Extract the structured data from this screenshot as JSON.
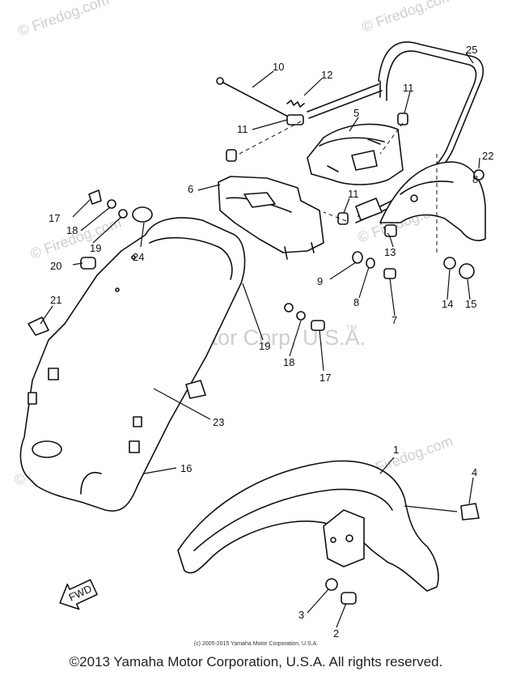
{
  "watermarks": {
    "firedog": "© Firedog.com",
    "center": "Yamaha Motor Corp, U.S.A.",
    "tm": "TM"
  },
  "callouts": {
    "c1": "1",
    "c2": "2",
    "c3": "3",
    "c4": "4",
    "c5": "5",
    "c6": "6",
    "c7": "7",
    "c8a": "8",
    "c8b": "8",
    "c9": "9",
    "c10": "10",
    "c11a": "11",
    "c11b": "11",
    "c11c": "11",
    "c12": "12",
    "c13": "13",
    "c14": "14",
    "c15": "15",
    "c16": "16",
    "c17a": "17",
    "c17b": "17",
    "c18a": "18",
    "c18b": "18",
    "c19a": "19",
    "c19b": "19",
    "c20": "20",
    "c21": "21",
    "c22": "22",
    "c23": "23",
    "c24": "24",
    "c25": "25"
  },
  "fwd_label": "FWD",
  "small_copyright": "(c) 2005-2015 Yamaha Motor Corporation, U.S.A.",
  "footer": "©2013 Yamaha Motor Corporation, U.S.A. All rights reserved."
}
